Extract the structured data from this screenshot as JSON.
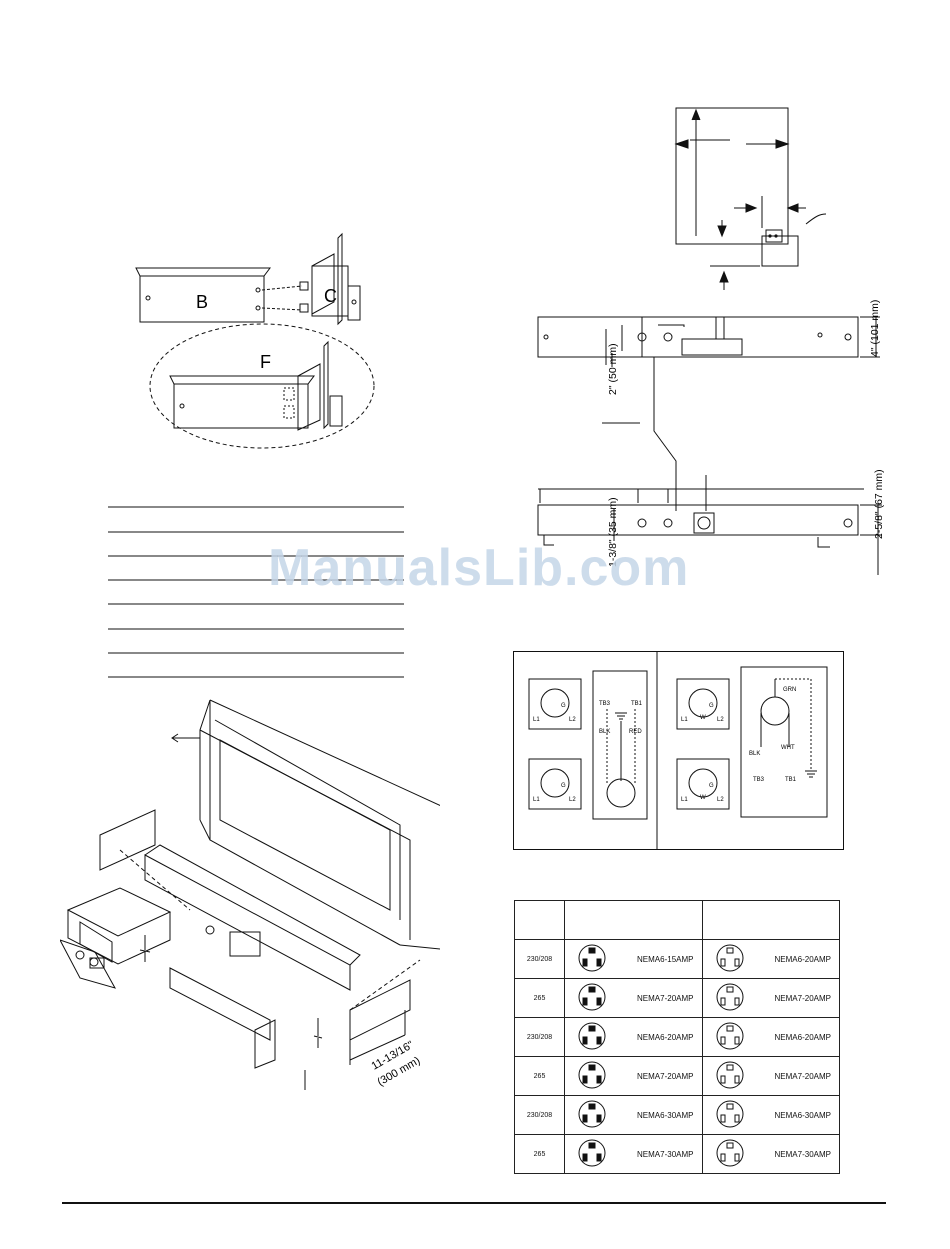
{
  "watermark": "ManualsLib.com",
  "bracket_fig": {
    "label_b": "B",
    "label_c": "C",
    "label_f": "F"
  },
  "dimensions": {
    "top_right": "4\" (101 mm)",
    "top_left": "2\" (50 mm)",
    "bottom_mid": "1-3/8\" (35 mm)",
    "bottom_right": "2-5/8\" (67 mm)",
    "duct": "11-13/16\"",
    "duct_mm": "(300 mm)"
  },
  "wiring": {
    "left": {
      "terminal_left": "TB3",
      "terminal_right": "TB1",
      "wire_left": "BLK",
      "wire_right": "RED",
      "pins": [
        "L1",
        "G",
        "L2"
      ]
    },
    "right": {
      "ground": "GRN",
      "wire_left": "BLK",
      "wire_right": "WHT",
      "terminal_left": "TB3",
      "terminal_right": "TB1",
      "pins": [
        "L1",
        "G",
        "W",
        "L2"
      ]
    }
  },
  "receptacle_table": {
    "rows": [
      {
        "voltage": "230/208",
        "plug": "NEMA6-15AMP",
        "receptacle": "NEMA6-20AMP"
      },
      {
        "voltage": "265",
        "plug": "NEMA7-20AMP",
        "receptacle": "NEMA7-20AMP"
      },
      {
        "voltage": "230/208",
        "plug": "NEMA6-20AMP",
        "receptacle": "NEMA6-20AMP"
      },
      {
        "voltage": "265",
        "plug": "NEMA7-20AMP",
        "receptacle": "NEMA7-20AMP"
      },
      {
        "voltage": "230/208",
        "plug": "NEMA6-30AMP",
        "receptacle": "NEMA6-30AMP"
      },
      {
        "voltage": "265",
        "plug": "NEMA7-30AMP",
        "receptacle": "NEMA7-30AMP"
      }
    ]
  }
}
